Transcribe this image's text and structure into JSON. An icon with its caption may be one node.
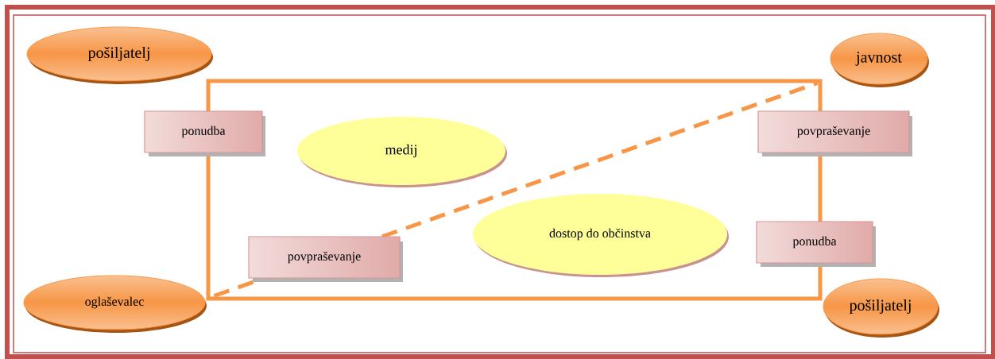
{
  "diagram": {
    "nodes": [
      {
        "text": [
          "pošiljatelj"
        ]
      },
      {
        "text": [
          "javnost"
        ]
      },
      {
        "text": [],
        "shape": "box"
      },
      {
        "text": [
          "ponudba"
        ]
      },
      {
        "text": [
          "medij"
        ],
        "in": 2
      },
      {
        "text": [
          "povpraševanje"
        ]
      },
      {
        "text": [
          "dostop do občinstva"
        ],
        "in": 2
      },
      {
        "text": [
          "povpraševanje"
        ],
        "in": 2
      },
      {
        "text": [
          "ponudba"
        ]
      },
      {
        "text": [
          "oglaševalec"
        ]
      },
      {
        "text": [
          "pošiljatelj"
        ]
      }
    ]
  }
}
